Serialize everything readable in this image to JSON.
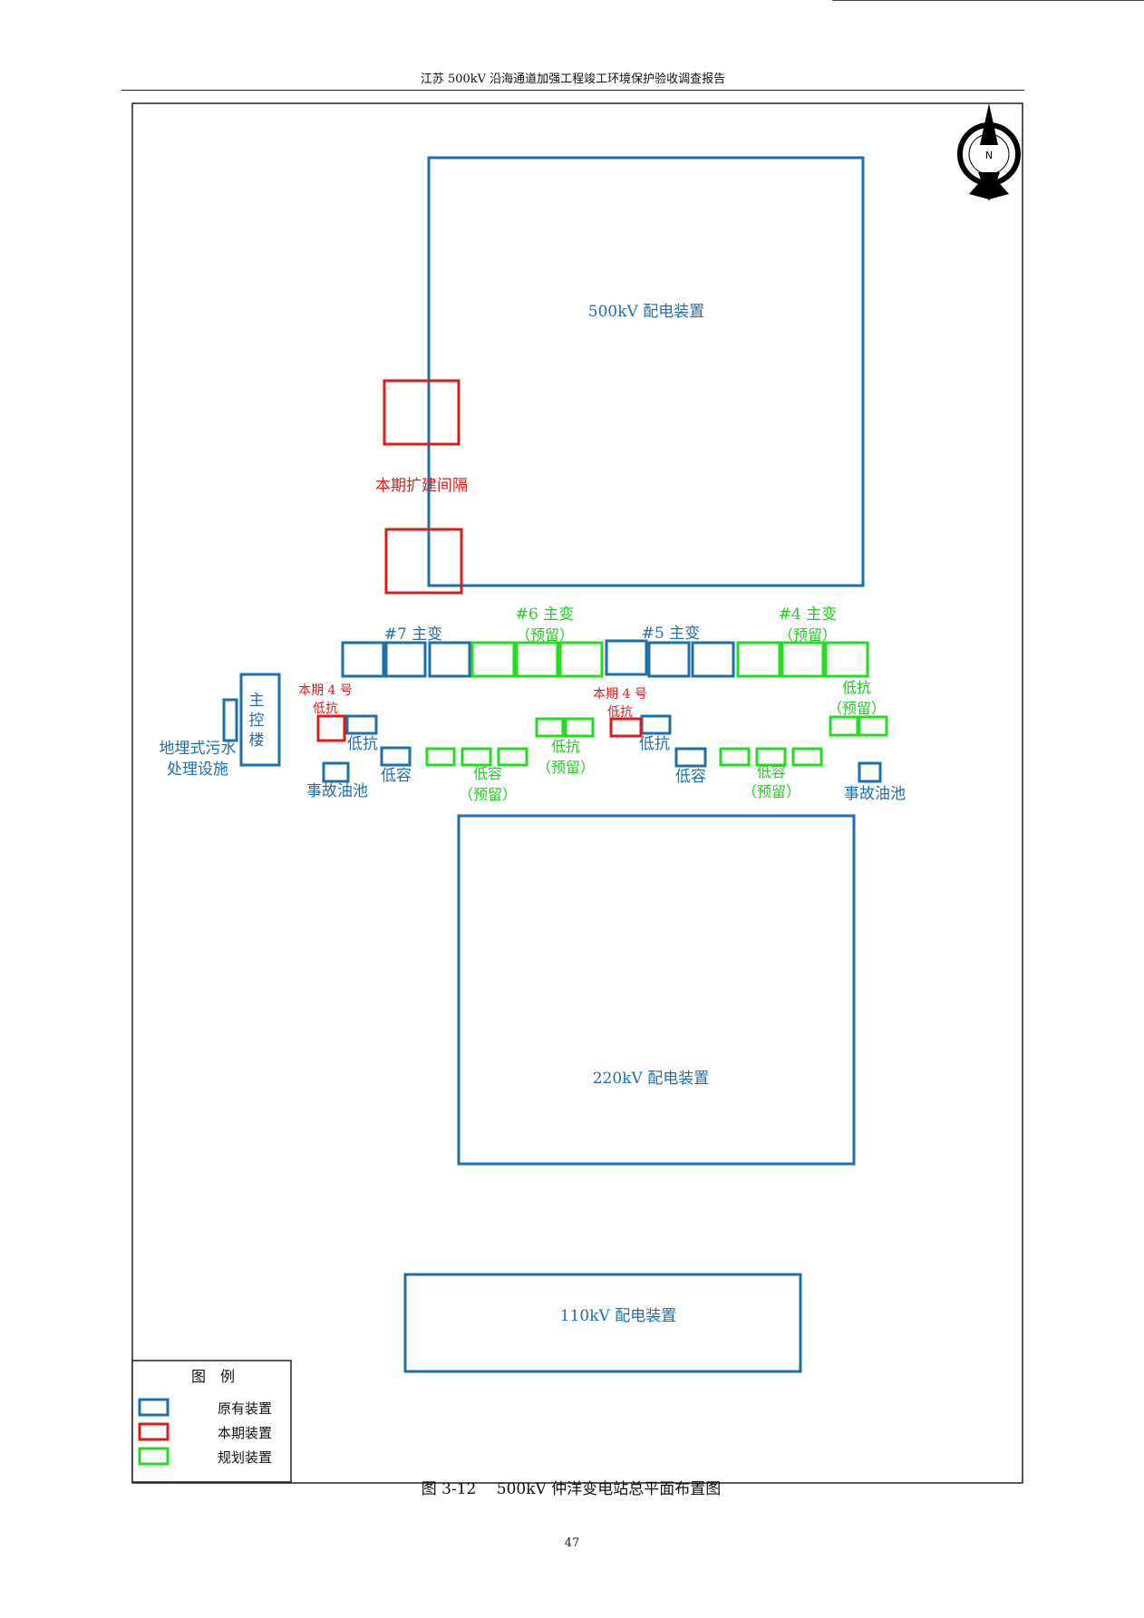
{
  "header": {
    "title": "江苏 500kV 沿海通道加强工程竣工环境保护验收调查报告"
  },
  "compass": {
    "label": "N"
  },
  "colors": {
    "existing": "#1f6fa8",
    "current": "#d91c1c",
    "planned": "#22dd22"
  },
  "labels": {
    "kv500": "500kV 配电装置",
    "expansion": "本期扩建间隔",
    "t7": "#7 主变",
    "t6": "#6 主变",
    "t6_reserve": "（预留）",
    "t5": "#5 主变",
    "t4": "#4 主变",
    "t4_reserve": "（预留）",
    "main_bldg_1": "主",
    "main_bldg_2": "控",
    "main_bldg_3": "楼",
    "sewage_1": "地埋式污水",
    "sewage_2": "处理设施",
    "cur4_l_1": "本期 4 号",
    "cur4_l_2": "低抗",
    "reactor_l": "低抗",
    "cap_l": "低容",
    "oil_l": "事故油池",
    "cap_planned_l": "低容",
    "cap_planned_l_reserve": "（预留）",
    "reactor_planned_m": "低抗",
    "reactor_planned_m_reserve": "（预留）",
    "cur4_r_1": "本期 4 号",
    "cur4_r_2": "低抗",
    "reactor_r": "低抗",
    "cap_r": "低容",
    "cap_planned_r": "低容",
    "cap_planned_r_reserve": "（预留）",
    "reactor_planned_r": "低抗",
    "reactor_planned_r_reserve": "（预留）",
    "oil_r": "事故油池",
    "kv220": "220kV 配电装置",
    "kv110": "110kV 配电装置"
  },
  "legend": {
    "title": "图　例",
    "items": [
      {
        "label": "原有装置"
      },
      {
        "label": "本期装置"
      },
      {
        "label": "规划装置"
      }
    ]
  },
  "caption": "图 3-12　 500kV 仲洋变电站总平面布置图",
  "page_number": "47"
}
